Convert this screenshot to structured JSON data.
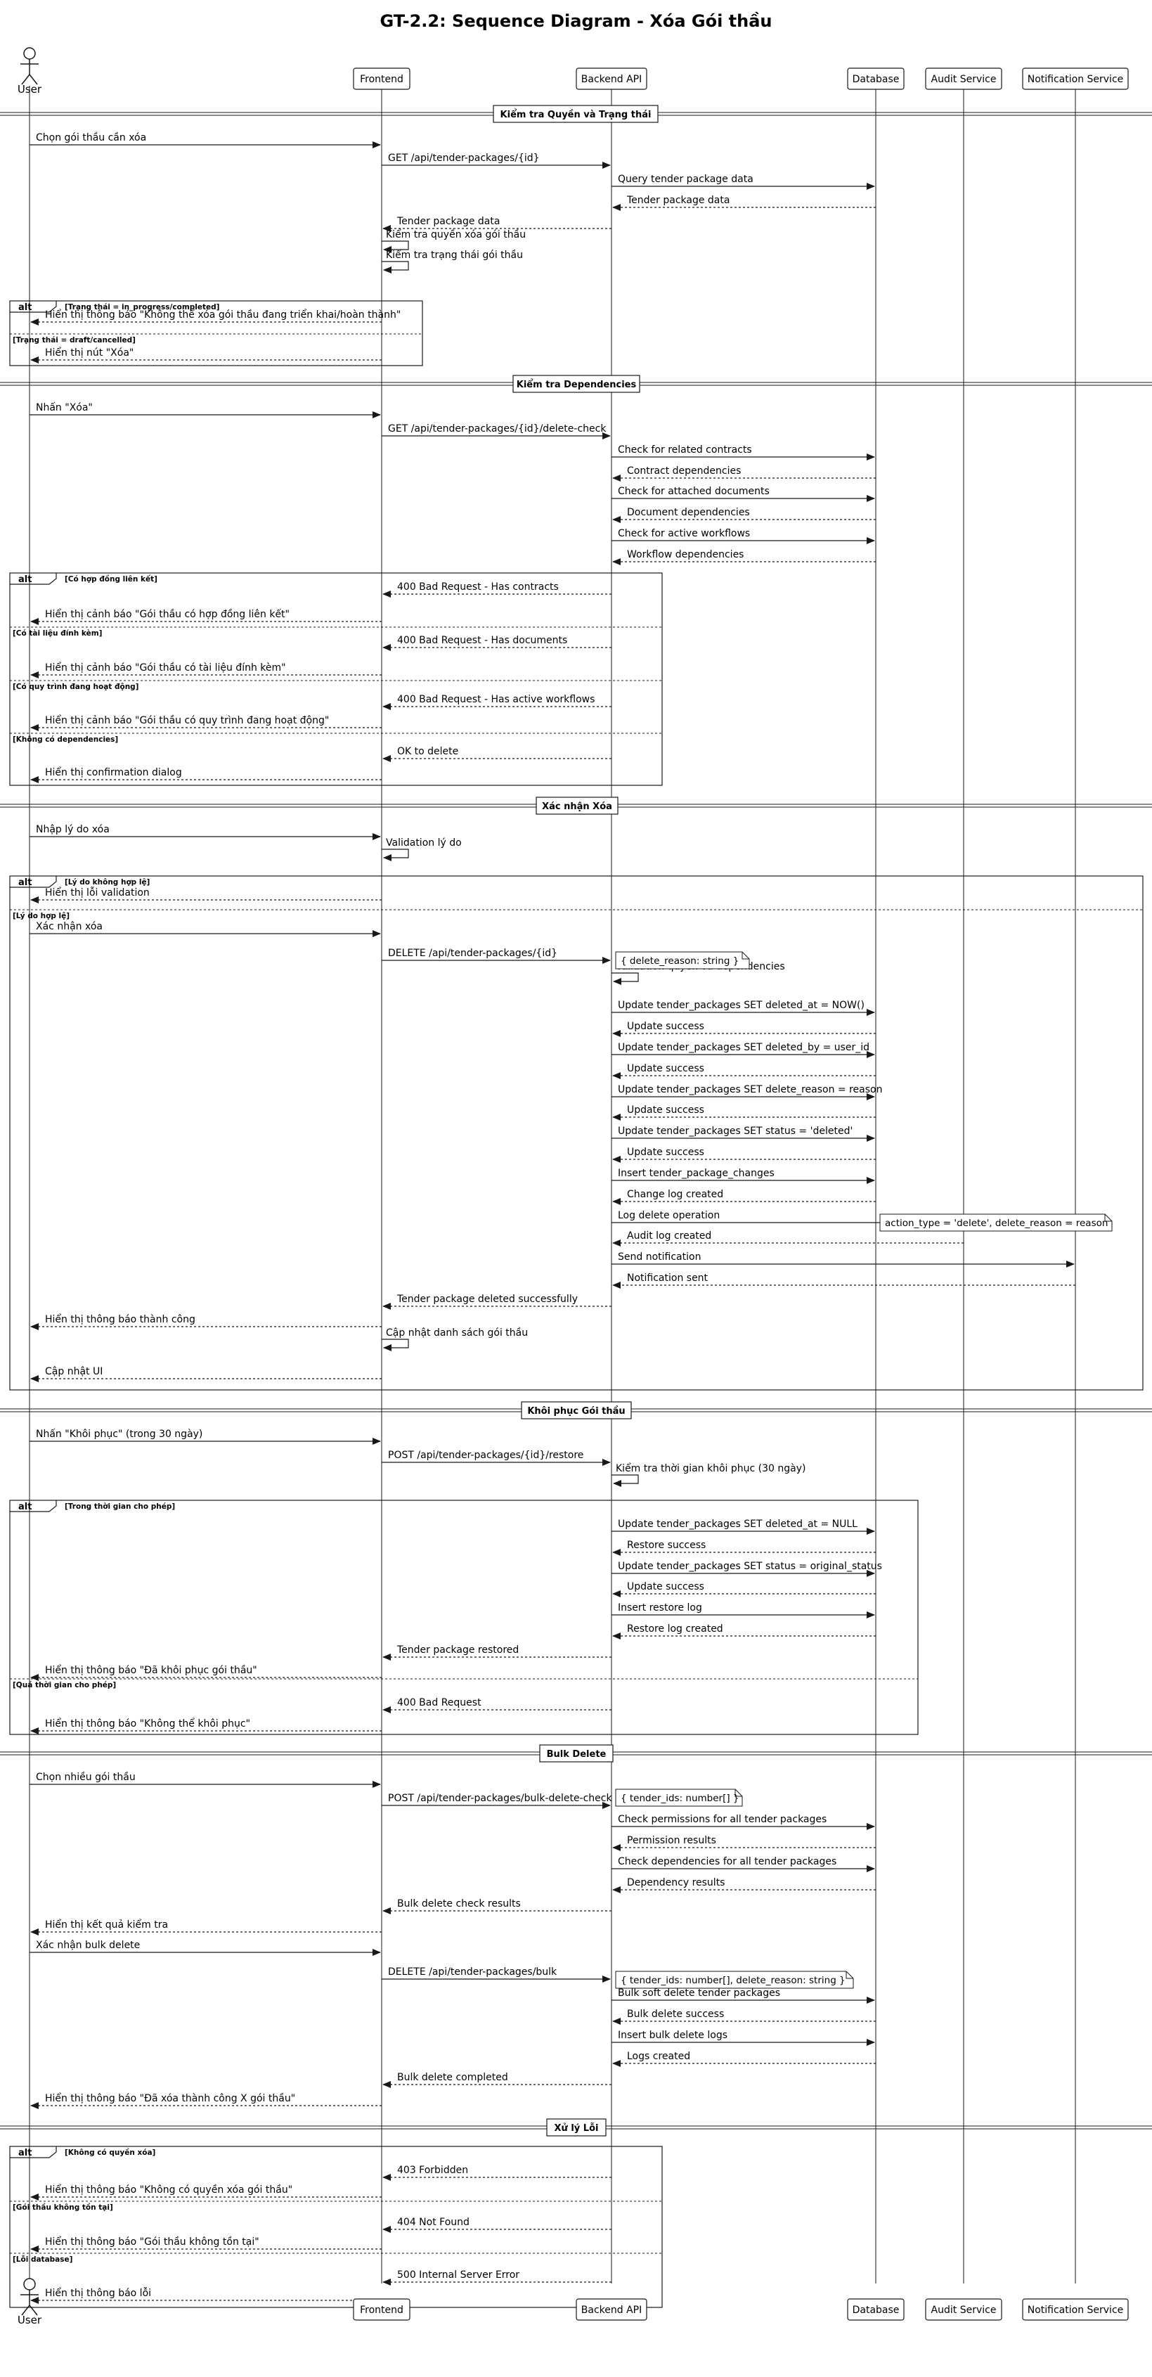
{
  "title": "GT-2.2: Sequence Diagram - Xóa Gói thầu",
  "participants": [
    {
      "id": "user",
      "label": "User",
      "kind": "actor"
    },
    {
      "id": "fe",
      "label": "Frontend",
      "kind": "box"
    },
    {
      "id": "be",
      "label": "Backend API",
      "kind": "box"
    },
    {
      "id": "db",
      "label": "Database",
      "kind": "box"
    },
    {
      "id": "audit",
      "label": "Audit Service",
      "kind": "box"
    },
    {
      "id": "notif",
      "label": "Notification Service",
      "kind": "box"
    }
  ],
  "sections": [
    "Kiểm tra Quyền và Trạng thái",
    "Kiểm tra Dependencies",
    "Xác nhận Xóa",
    "Khôi phục Gói thầu",
    "Bulk Delete",
    "Xử lý Lỗi"
  ],
  "fragments": [
    {
      "keyword": "alt",
      "conditions": [
        "[Trạng thái = in_progress/completed]",
        "[Trạng thái = draft/cancelled]"
      ]
    },
    {
      "keyword": "alt",
      "conditions": [
        "[Có hợp đồng liên kết]",
        "[Có tài liệu đính kèm]",
        "[Có quy trình đang hoạt động]",
        "[Không có dependencies]"
      ]
    },
    {
      "keyword": "alt",
      "conditions": [
        "[Lý do không hợp lệ]",
        "[Lý do hợp lệ]"
      ]
    },
    {
      "keyword": "alt",
      "conditions": [
        "[Trong thời gian cho phép]",
        "[Quá thời gian cho phép]"
      ]
    },
    {
      "keyword": "alt",
      "conditions": [
        "[Không có quyền xóa]",
        "[Gói thầu không tồn tại]",
        "[Lỗi database]"
      ]
    }
  ],
  "messages": [
    {
      "from": "user",
      "to": "fe",
      "text": "Chọn gói thầu cần xóa",
      "dashed": false
    },
    {
      "from": "fe",
      "to": "be",
      "text": "GET /api/tender-packages/{id}",
      "dashed": false
    },
    {
      "from": "be",
      "to": "db",
      "text": "Query tender package data",
      "dashed": false
    },
    {
      "from": "db",
      "to": "be",
      "text": "Tender package data",
      "dashed": true
    },
    {
      "from": "be",
      "to": "fe",
      "text": "Tender package data",
      "dashed": true
    },
    {
      "from": "fe",
      "to": "fe",
      "text": "Kiểm tra quyền xóa gói thầu",
      "dashed": false
    },
    {
      "from": "fe",
      "to": "fe",
      "text": "Kiểm tra trạng thái gói thầu",
      "dashed": false
    },
    {
      "from": "fe",
      "to": "user",
      "text": "Hiển thị thông báo \"Không thể xóa gói thầu đang triển khai/hoàn thành\"",
      "dashed": true
    },
    {
      "from": "fe",
      "to": "user",
      "text": "Hiển thị nút \"Xóa\"",
      "dashed": true
    },
    {
      "from": "user",
      "to": "fe",
      "text": "Nhấn \"Xóa\"",
      "dashed": false
    },
    {
      "from": "fe",
      "to": "be",
      "text": "GET /api/tender-packages/{id}/delete-check",
      "dashed": false
    },
    {
      "from": "be",
      "to": "db",
      "text": "Check for related contracts",
      "dashed": false
    },
    {
      "from": "db",
      "to": "be",
      "text": "Contract dependencies",
      "dashed": true
    },
    {
      "from": "be",
      "to": "db",
      "text": "Check for attached documents",
      "dashed": false
    },
    {
      "from": "db",
      "to": "be",
      "text": "Document dependencies",
      "dashed": true
    },
    {
      "from": "be",
      "to": "db",
      "text": "Check for active workflows",
      "dashed": false
    },
    {
      "from": "db",
      "to": "be",
      "text": "Workflow dependencies",
      "dashed": true
    },
    {
      "from": "be",
      "to": "fe",
      "text": "400 Bad Request - Has contracts",
      "dashed": true
    },
    {
      "from": "fe",
      "to": "user",
      "text": "Hiển thị cảnh báo \"Gói thầu có hợp đồng liên kết\"",
      "dashed": true
    },
    {
      "from": "be",
      "to": "fe",
      "text": "400 Bad Request - Has documents",
      "dashed": true
    },
    {
      "from": "fe",
      "to": "user",
      "text": "Hiển thị cảnh báo \"Gói thầu có tài liệu đính kèm\"",
      "dashed": true
    },
    {
      "from": "be",
      "to": "fe",
      "text": "400 Bad Request - Has active workflows",
      "dashed": true
    },
    {
      "from": "fe",
      "to": "user",
      "text": "Hiển thị cảnh báo \"Gói thầu có quy trình đang hoạt động\"",
      "dashed": true
    },
    {
      "from": "be",
      "to": "fe",
      "text": "OK to delete",
      "dashed": true
    },
    {
      "from": "fe",
      "to": "user",
      "text": "Hiển thị confirmation dialog",
      "dashed": true
    },
    {
      "from": "user",
      "to": "fe",
      "text": "Nhập lý do xóa",
      "dashed": false
    },
    {
      "from": "fe",
      "to": "fe",
      "text": "Validation lý do",
      "dashed": false
    },
    {
      "from": "fe",
      "to": "user",
      "text": "Hiển thị lỗi validation",
      "dashed": true
    },
    {
      "from": "user",
      "to": "fe",
      "text": "Xác nhận xóa",
      "dashed": false
    },
    {
      "from": "fe",
      "to": "be",
      "text": "DELETE /api/tender-packages/{id}",
      "dashed": false
    },
    {
      "from": "be",
      "to": "be",
      "text": "Validation quyền và dependencies",
      "dashed": false
    },
    {
      "from": "be",
      "to": "db",
      "text": "Update tender_packages SET deleted_at = NOW()",
      "dashed": false
    },
    {
      "from": "db",
      "to": "be",
      "text": "Update success",
      "dashed": true
    },
    {
      "from": "be",
      "to": "db",
      "text": "Update tender_packages SET deleted_by = user_id",
      "dashed": false
    },
    {
      "from": "db",
      "to": "be",
      "text": "Update success",
      "dashed": true
    },
    {
      "from": "be",
      "to": "db",
      "text": "Update tender_packages SET delete_reason = reason",
      "dashed": false
    },
    {
      "from": "db",
      "to": "be",
      "text": "Update success",
      "dashed": true
    },
    {
      "from": "be",
      "to": "db",
      "text": "Update tender_packages SET status = 'deleted'",
      "dashed": false
    },
    {
      "from": "db",
      "to": "be",
      "text": "Update success",
      "dashed": true
    },
    {
      "from": "be",
      "to": "db",
      "text": "Insert tender_package_changes",
      "dashed": false
    },
    {
      "from": "db",
      "to": "be",
      "text": "Change log created",
      "dashed": true
    },
    {
      "from": "be",
      "to": "audit",
      "text": "Log delete operation",
      "dashed": false
    },
    {
      "from": "audit",
      "to": "be",
      "text": "Audit log created",
      "dashed": true
    },
    {
      "from": "be",
      "to": "notif",
      "text": "Send notification",
      "dashed": false
    },
    {
      "from": "notif",
      "to": "be",
      "text": "Notification sent",
      "dashed": true
    },
    {
      "from": "be",
      "to": "fe",
      "text": "Tender package deleted successfully",
      "dashed": true
    },
    {
      "from": "fe",
      "to": "user",
      "text": "Hiển thị thông báo thành công",
      "dashed": true
    },
    {
      "from": "fe",
      "to": "fe",
      "text": "Cập nhật danh sách gói thầu",
      "dashed": false
    },
    {
      "from": "fe",
      "to": "user",
      "text": "Cập nhật UI",
      "dashed": true
    },
    {
      "from": "user",
      "to": "fe",
      "text": "Nhấn \"Khôi phục\" (trong 30 ngày)",
      "dashed": false
    },
    {
      "from": "fe",
      "to": "be",
      "text": "POST /api/tender-packages/{id}/restore",
      "dashed": false
    },
    {
      "from": "be",
      "to": "be",
      "text": "Kiểm tra thời gian khôi phục (30 ngày)",
      "dashed": false
    },
    {
      "from": "be",
      "to": "db",
      "text": "Update tender_packages SET deleted_at = NULL",
      "dashed": false
    },
    {
      "from": "db",
      "to": "be",
      "text": "Restore success",
      "dashed": true
    },
    {
      "from": "be",
      "to": "db",
      "text": "Update tender_packages SET status = original_status",
      "dashed": false
    },
    {
      "from": "db",
      "to": "be",
      "text": "Update success",
      "dashed": true
    },
    {
      "from": "be",
      "to": "db",
      "text": "Insert restore log",
      "dashed": false
    },
    {
      "from": "db",
      "to": "be",
      "text": "Restore log created",
      "dashed": true
    },
    {
      "from": "be",
      "to": "fe",
      "text": "Tender package restored",
      "dashed": true
    },
    {
      "from": "fe",
      "to": "user",
      "text": "Hiển thị thông báo \"Đã khôi phục gói thầu\"",
      "dashed": true
    },
    {
      "from": "be",
      "to": "fe",
      "text": "400 Bad Request",
      "dashed": true
    },
    {
      "from": "fe",
      "to": "user",
      "text": "Hiển thị thông báo \"Không thể khôi phục\"",
      "dashed": true
    },
    {
      "from": "user",
      "to": "fe",
      "text": "Chọn nhiều gói thầu",
      "dashed": false
    },
    {
      "from": "fe",
      "to": "be",
      "text": "POST /api/tender-packages/bulk-delete-check",
      "dashed": false
    },
    {
      "from": "be",
      "to": "db",
      "text": "Check permissions for all tender packages",
      "dashed": false
    },
    {
      "from": "db",
      "to": "be",
      "text": "Permission results",
      "dashed": true
    },
    {
      "from": "be",
      "to": "db",
      "text": "Check dependencies for all tender packages",
      "dashed": false
    },
    {
      "from": "db",
      "to": "be",
      "text": "Dependency results",
      "dashed": true
    },
    {
      "from": "be",
      "to": "fe",
      "text": "Bulk delete check results",
      "dashed": true
    },
    {
      "from": "fe",
      "to": "user",
      "text": "Hiển thị kết quả kiểm tra",
      "dashed": true
    },
    {
      "from": "user",
      "to": "fe",
      "text": "Xác nhận bulk delete",
      "dashed": false
    },
    {
      "from": "fe",
      "to": "be",
      "text": "DELETE /api/tender-packages/bulk",
      "dashed": false
    },
    {
      "from": "be",
      "to": "db",
      "text": "Bulk soft delete tender packages",
      "dashed": false
    },
    {
      "from": "db",
      "to": "be",
      "text": "Bulk delete success",
      "dashed": true
    },
    {
      "from": "be",
      "to": "db",
      "text": "Insert bulk delete logs",
      "dashed": false
    },
    {
      "from": "db",
      "to": "be",
      "text": "Logs created",
      "dashed": true
    },
    {
      "from": "be",
      "to": "fe",
      "text": "Bulk delete completed",
      "dashed": true
    },
    {
      "from": "fe",
      "to": "user",
      "text": "Hiển thị thông báo \"Đã xóa thành công X gói thầu\"",
      "dashed": true
    },
    {
      "from": "be",
      "to": "fe",
      "text": "403 Forbidden",
      "dashed": true
    },
    {
      "from": "fe",
      "to": "user",
      "text": "Hiển thị thông báo \"Không có quyền xóa gói thầu\"",
      "dashed": true
    },
    {
      "from": "be",
      "to": "fe",
      "text": "404 Not Found",
      "dashed": true
    },
    {
      "from": "fe",
      "to": "user",
      "text": "Hiển thị thông báo \"Gói thầu không tồn tại\"",
      "dashed": true
    },
    {
      "from": "be",
      "to": "fe",
      "text": "500 Internal Server Error",
      "dashed": true
    },
    {
      "from": "fe",
      "to": "user",
      "text": "Hiển thị thông báo lỗi",
      "dashed": true
    }
  ],
  "notes": [
    "{ delete_reason: string }",
    "action_type = 'delete', delete_reason = reason",
    "{ tender_ids: number[] }",
    "{ tender_ids: number[], delete_reason: string }"
  ]
}
